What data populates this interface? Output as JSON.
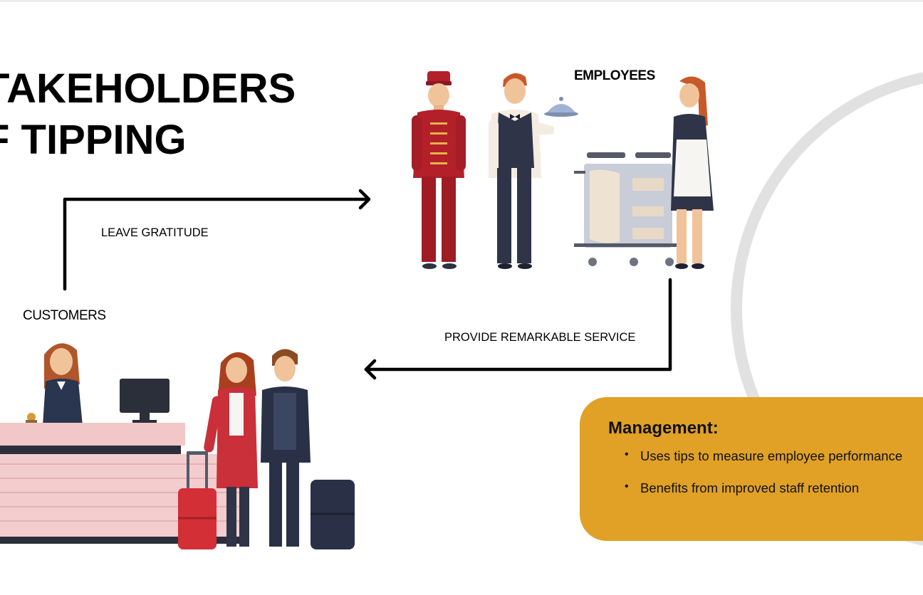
{
  "title": {
    "line1": "TAKEHOLDERS",
    "line2": "F TIPPING"
  },
  "nodes": {
    "employees": "EMPLOYEES",
    "customers": "CUSTOMERS"
  },
  "flows": {
    "customers_to_employees": "LEAVE GRATITUDE",
    "employees_to_customers": "PROVIDE REMARKABLE SERVICE"
  },
  "management": {
    "title": "Management:",
    "bullets": [
      "Uses tips to measure employee performance",
      "Benefits from improved staff retention"
    ]
  },
  "colors": {
    "accent": "#e0a126",
    "ring": "#e1e1e1",
    "arrow": "#000000"
  },
  "illustrations": [
    "bellhop",
    "waiter-with-cloche",
    "housekeeper-with-cart",
    "receptionist-at-desk",
    "guest-couple-with-luggage"
  ]
}
